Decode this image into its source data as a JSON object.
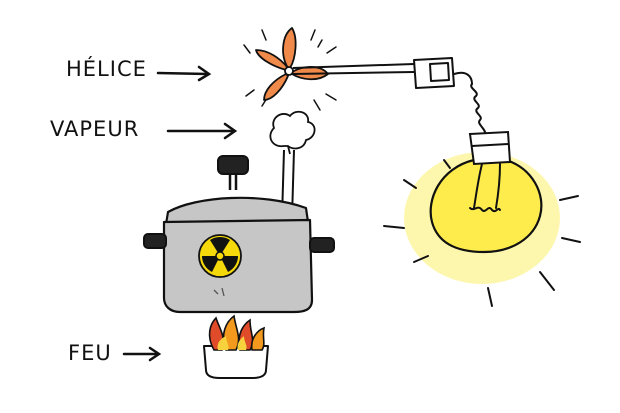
{
  "labels": {
    "propeller": "HÉLICE",
    "steam": "VAPEUR",
    "fire": "FEU"
  },
  "icons": {
    "propeller": "propeller-icon",
    "steam": "steam-cloud-icon",
    "pot": "pressure-cooker-icon",
    "radiation": "radiation-symbol-icon",
    "fire": "fire-icon",
    "generator": "generator-icon",
    "bulb": "light-bulb-icon"
  },
  "colors": {
    "ink": "#111111",
    "propeller": "#f08a4b",
    "pot": "#c6c6c6",
    "radiation": "#f5d90a",
    "fire_red": "#e04b2a",
    "fire_orange": "#f39a1e",
    "fire_yellow": "#f7d23c",
    "bulb_glow": "#fdf6a0",
    "bulb": "#fdec4c"
  }
}
